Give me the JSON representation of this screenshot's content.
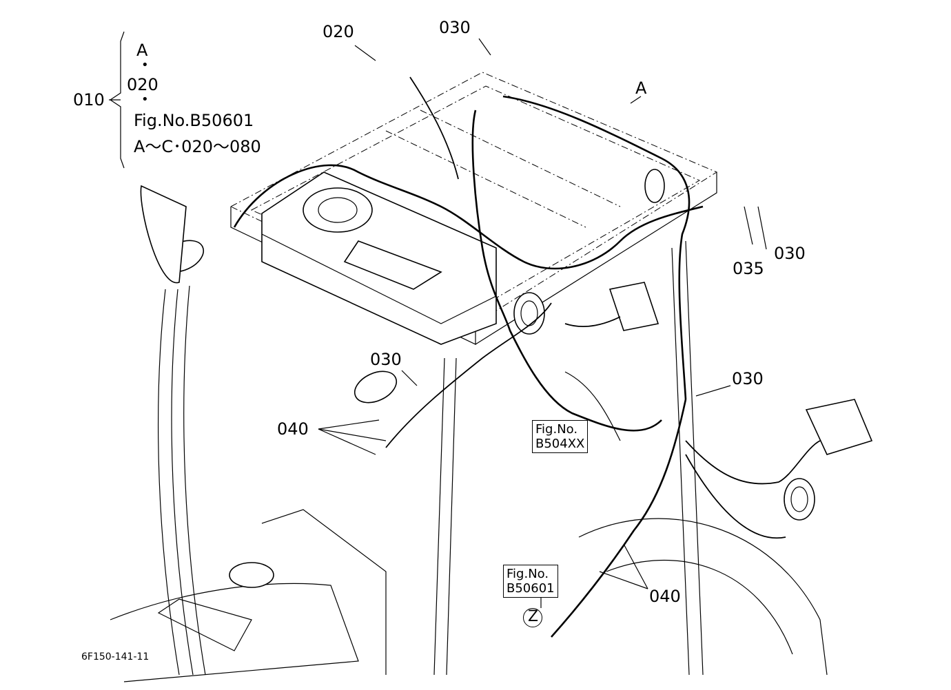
{
  "labels": {
    "p010": "010",
    "bracket_a": "A",
    "bracket_020": "020",
    "bracket_fig": "Fig.No.B50601",
    "bracket_range": "A～C･020～080",
    "p020": "020",
    "p030_top": "030",
    "ref_a": "A",
    "p030_right": "030",
    "p035": "035",
    "p030_left": "030",
    "p030_mid": "030",
    "p040_left": "040",
    "p040_right": "040",
    "ref_z": "Z",
    "figure_code": "6F150-141-11"
  },
  "refboxes": {
    "b504": {
      "line1": "Fig.No.",
      "line2": "B504XX"
    },
    "b506": {
      "line1": "Fig.No.",
      "line2": "B50601"
    }
  }
}
